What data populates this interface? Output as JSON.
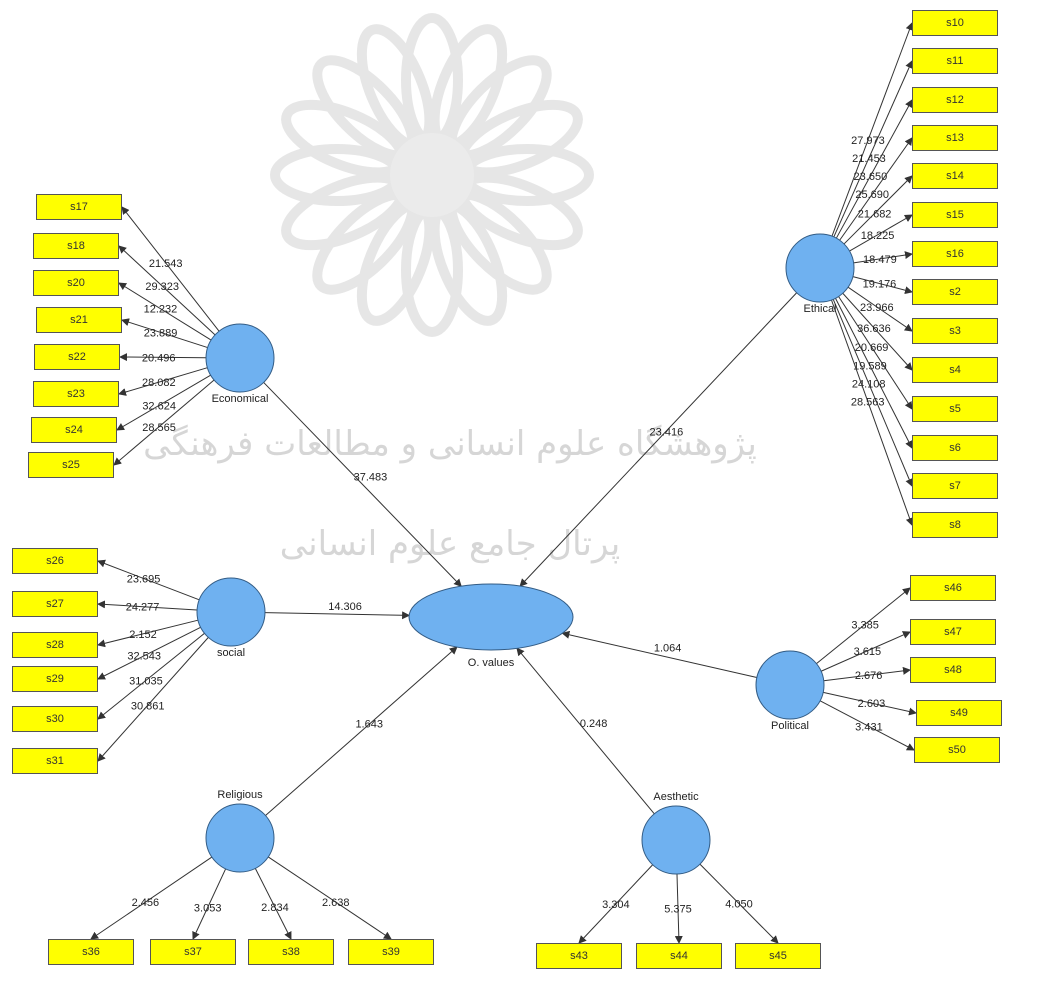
{
  "watermark": {
    "line1": "پژوهشگاه علوم انسانی و مطالعات فرهنگی",
    "line2": "پرتال جامع علوم انسانی"
  },
  "colors": {
    "indicator_fill": "#ffff00",
    "latent_fill": "#6fb1f0",
    "edge": "#333333"
  },
  "central": {
    "label": "O. values"
  },
  "latents": [
    {
      "id": "economical",
      "label": "Economical"
    },
    {
      "id": "ethical",
      "label": "Ethical"
    },
    {
      "id": "social",
      "label": "social"
    },
    {
      "id": "political",
      "label": "Political"
    },
    {
      "id": "religious",
      "label": "Religious"
    },
    {
      "id": "aesthetic",
      "label": "Aesthetic"
    }
  ],
  "paths": [
    {
      "from": "economical",
      "value": "37.483"
    },
    {
      "from": "ethical",
      "value": "23.416"
    },
    {
      "from": "social",
      "value": "14.306"
    },
    {
      "from": "political",
      "value": "1.064"
    },
    {
      "from": "religious",
      "value": "1.643"
    },
    {
      "from": "aesthetic",
      "value": "0.248"
    }
  ],
  "indicators": {
    "economical": [
      {
        "label": "s17",
        "value": "21.543"
      },
      {
        "label": "s18",
        "value": "29.323"
      },
      {
        "label": "s20",
        "value": "12.232"
      },
      {
        "label": "s21",
        "value": "23.889"
      },
      {
        "label": "s22",
        "value": "20.496"
      },
      {
        "label": "s23",
        "value": "28.082"
      },
      {
        "label": "s24",
        "value": "32.624"
      },
      {
        "label": "s25",
        "value": "28.565"
      }
    ],
    "ethical": [
      {
        "label": "s10",
        "value": "27.973"
      },
      {
        "label": "s11",
        "value": "21.453"
      },
      {
        "label": "s12",
        "value": "23.650"
      },
      {
        "label": "s13",
        "value": "25.690"
      },
      {
        "label": "s14",
        "value": "21.682"
      },
      {
        "label": "s15",
        "value": "18.225"
      },
      {
        "label": "s16",
        "value": "18.479"
      },
      {
        "label": "s2",
        "value": "19.176"
      },
      {
        "label": "s3",
        "value": "23.966"
      },
      {
        "label": "s4",
        "value": "36.636"
      },
      {
        "label": "s5",
        "value": "20.669"
      },
      {
        "label": "s6",
        "value": "19.589"
      },
      {
        "label": "s7",
        "value": "24.108"
      },
      {
        "label": "s8",
        "value": "28.563"
      }
    ],
    "social": [
      {
        "label": "s26",
        "value": "23.695"
      },
      {
        "label": "s27",
        "value": "24.277"
      },
      {
        "label": "s28",
        "value": "2.152"
      },
      {
        "label": "s29",
        "value": "32.543"
      },
      {
        "label": "s30",
        "value": "31.035"
      },
      {
        "label": "s31",
        "value": "30.861"
      }
    ],
    "political": [
      {
        "label": "s46",
        "value": "3.385"
      },
      {
        "label": "s47",
        "value": "3.615"
      },
      {
        "label": "s48",
        "value": "2.676"
      },
      {
        "label": "s49",
        "value": "2.603"
      },
      {
        "label": "s50",
        "value": "3.431"
      }
    ],
    "religious": [
      {
        "label": "s36",
        "value": "2.456"
      },
      {
        "label": "s37",
        "value": "3.053"
      },
      {
        "label": "s38",
        "value": "2.834"
      },
      {
        "label": "s39",
        "value": "2.638"
      }
    ],
    "aesthetic": [
      {
        "label": "s43",
        "value": "3.304"
      },
      {
        "label": "s44",
        "value": "5.375"
      },
      {
        "label": "s45",
        "value": "4.050"
      }
    ]
  }
}
